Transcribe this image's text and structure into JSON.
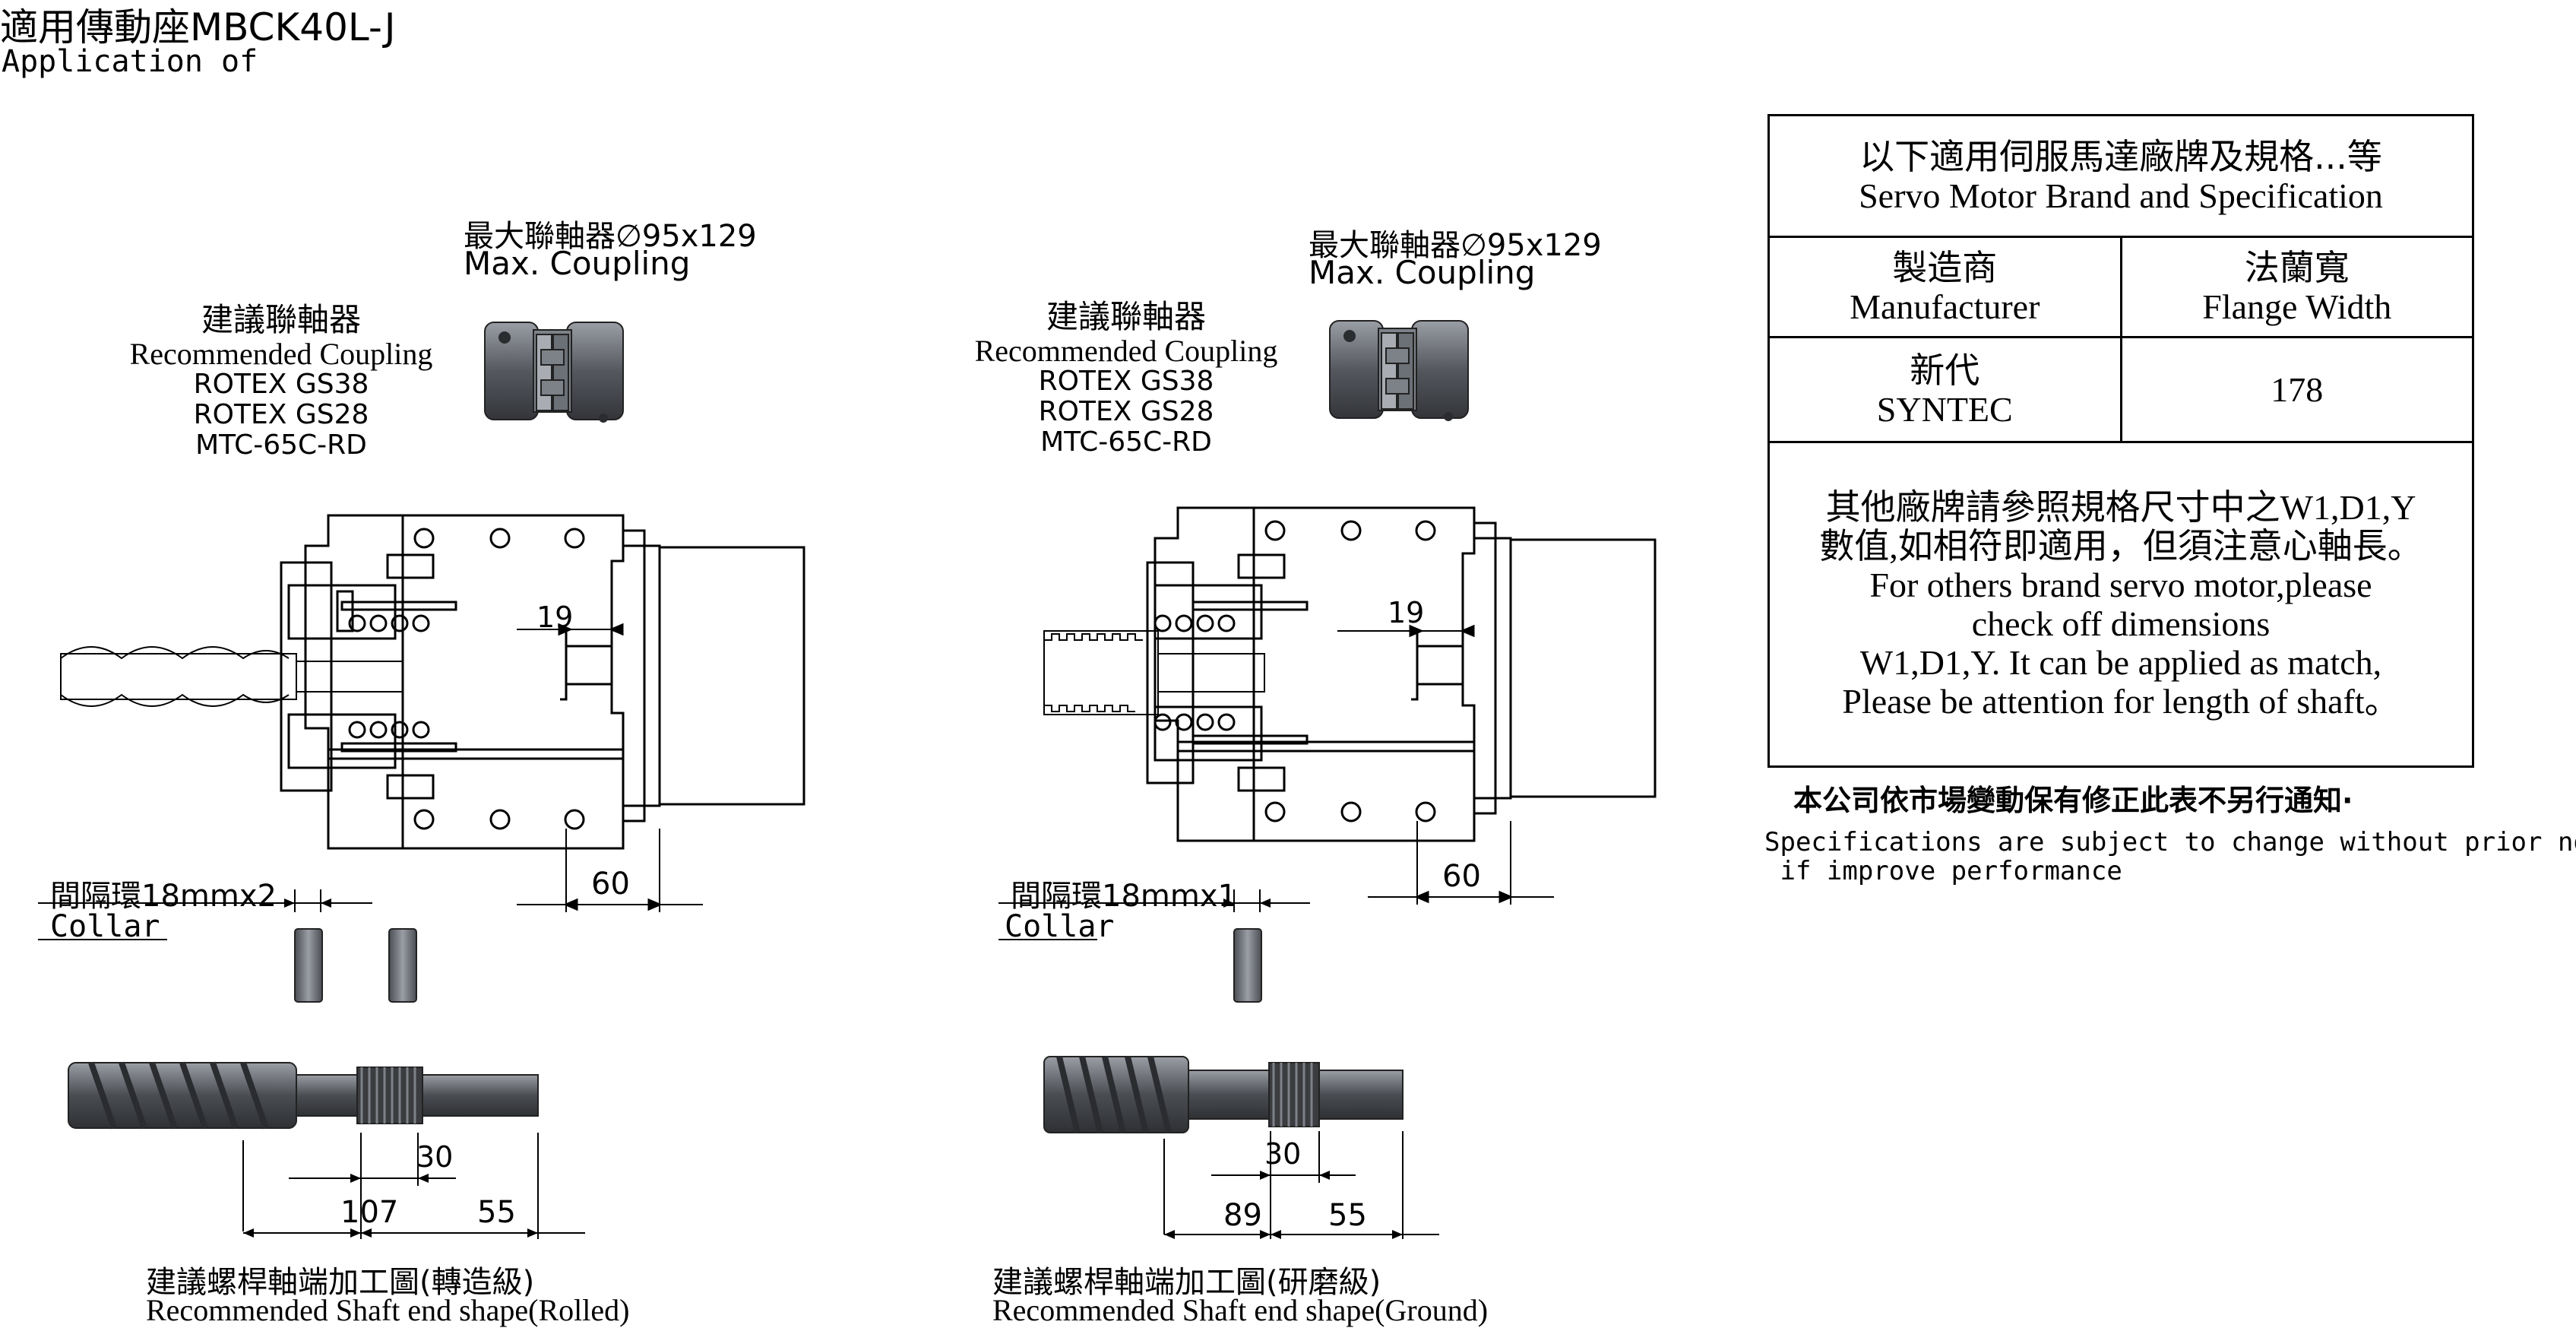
{
  "header": {
    "title": "適用傳動座MBCK40L-J",
    "subtitle": "Application of"
  },
  "left_assembly": {
    "max_coupling_cn": "最大聯軸器∅95x129",
    "max_coupling_en": "Max. Coupling",
    "rec_coupling_cn": "建議聯軸器",
    "rec_coupling_en": "Recommended Coupling",
    "rec_items": [
      "ROTEX GS38",
      "ROTEX GS28",
      "MTC-65C-RD"
    ],
    "dim_19": "19",
    "dim_60": "60",
    "collar_cn": "間隔環18mmx2",
    "collar_en": "Collar",
    "dim_30": "30",
    "dim_107": "107",
    "dim_55": "55",
    "shaft_cn": "建議螺桿軸端加工圖(轉造級)",
    "shaft_en": "Recommended Shaft end shape(Rolled)"
  },
  "right_assembly": {
    "max_coupling_cn": "最大聯軸器∅95x129",
    "max_coupling_en": "Max. Coupling",
    "rec_coupling_cn": "建議聯軸器",
    "rec_coupling_en": "Recommended Coupling",
    "rec_items": [
      "ROTEX GS38",
      "ROTEX GS28",
      "MTC-65C-RD"
    ],
    "dim_19": "19",
    "dim_60": "60",
    "collar_cn": "間隔環18mmx1",
    "collar_en": "Collar",
    "dim_30": "30",
    "dim_89": "89",
    "dim_55": "55",
    "shaft_cn": "建議螺桿軸端加工圖(研磨級)",
    "shaft_en": "Recommended Shaft end shape(Ground)"
  },
  "spec_table": {
    "header_cn": "以下適用伺服馬達廠牌及規格...等",
    "header_en": "Servo Motor Brand and Specification",
    "col1_cn": "製造商",
    "col1_en": "Manufacturer",
    "col2_cn": "法蘭寬",
    "col2_en": "Flange Width",
    "brand_cn": "新代",
    "brand_en": "SYNTEC",
    "flange_width": "178",
    "note_lines": [
      "其他廠牌請參照規格尺寸中之W1,D1,Y",
      "數值,如相符即適用，但須注意心軸長。",
      "For others brand servo motor,please",
      "check off dimensions",
      "W1,D1,Y. It can be applied as match,",
      "Please be attention for length of shaft。"
    ]
  },
  "disclaimer": {
    "cn": "本公司依市場變動保有修正此表不另行通知·",
    "en_line1": "Specifications are subject to change without prior notice",
    "en_line2": " if improve performance"
  },
  "colors": {
    "line": "#000000",
    "metal_dark": "#55585e",
    "metal_mid": "#7d8188",
    "metal_light": "#b9bcc2"
  }
}
